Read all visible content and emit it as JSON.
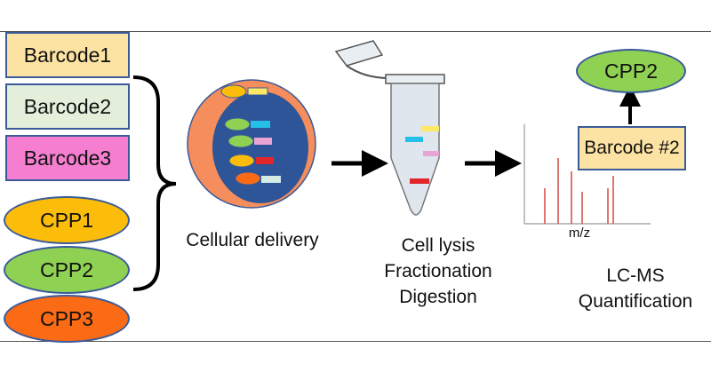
{
  "barcodes": [
    {
      "label": "Barcode1",
      "fill": "#fde3a3"
    },
    {
      "label": "Barcode2",
      "fill": "#e4efdb"
    },
    {
      "label": "Barcode3",
      "fill": "#f57ed0"
    }
  ],
  "cpps": [
    {
      "label": "CPP1",
      "fill": "#fbbd0a"
    },
    {
      "label": "CPP2",
      "fill": "#8fd152"
    },
    {
      "label": "CPP3",
      "fill": "#fb6a14"
    }
  ],
  "steps": {
    "delivery": "Cellular delivery",
    "lysis": [
      "Cell lysis",
      "Fractionation",
      "Digestion"
    ],
    "lcms": [
      "LC-MS",
      "Quantification"
    ]
  },
  "spectrum": {
    "xlabel": "m/z"
  },
  "result": {
    "barcode_label": "Barcode #2",
    "barcode_fill": "#fde3a3",
    "cpp_label": "CPP2",
    "cpp_fill": "#8fd152"
  },
  "colors": {
    "cell_outer": "#f58d5c",
    "nucleus": "#2e5597",
    "border": "#3a5a9a",
    "peaks": "#d9534f"
  }
}
